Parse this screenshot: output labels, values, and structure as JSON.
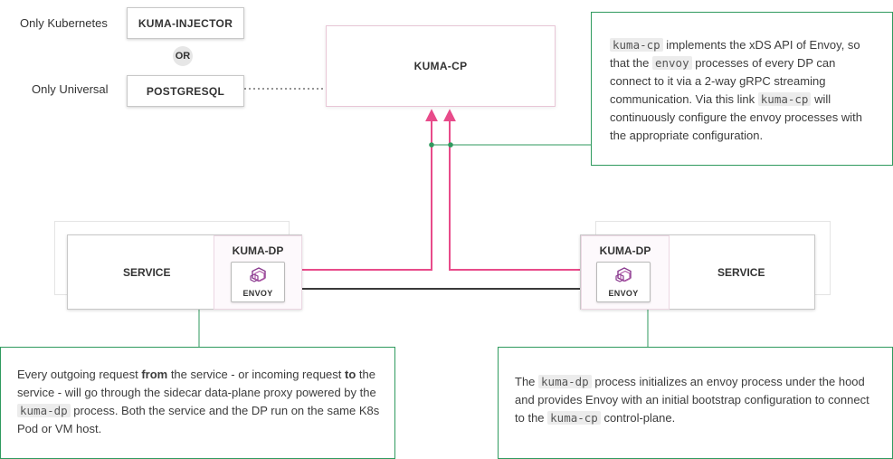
{
  "deployment": {
    "kubernetes_label": "Only Kubernetes",
    "injector_label": "KUMA-INJECTOR",
    "or_label": "OR",
    "universal_label": "Only Universal",
    "postgres_label": "POSTGRESQL"
  },
  "control_plane": {
    "label": "KUMA-CP"
  },
  "left_dp": {
    "service_label": "SERVICE",
    "dp_label": "KUMA-DP",
    "envoy_label": "ENVOY"
  },
  "right_dp": {
    "service_label": "SERVICE",
    "dp_label": "KUMA-DP",
    "envoy_label": "ENVOY"
  },
  "notes": {
    "top_right": {
      "t1_code": "kuma-cp",
      "t2": " implements the xDS API of Envoy, so that the ",
      "t3_code": "envoy",
      "t4": " processes of every DP can connect to it via a 2-way gRPC streaming communication. Via this link ",
      "t5_code": "kuma-cp",
      "t6": "  will continuously configure the envoy processes with the appropriate configuration."
    },
    "bottom_left": {
      "t1": "Every outgoing request ",
      "t2_bold": "from",
      "t3": " the service - or incoming request ",
      "t4_bold": "to",
      "t5": " the service - will go through the sidecar data-plane proxy powered by the ",
      "t6_code": "kuma-dp",
      "t7": " process. Both the service and the DP run on the same K8s Pod or VM host."
    },
    "bottom_right": {
      "t1": "The ",
      "t2_code": "kuma-dp",
      "t3": " process initializes an envoy process under the hood and provides Envoy with an initial bootstrap configuration to connect to the ",
      "t4_code": "kuma-cp",
      "t5": "  control-plane."
    }
  },
  "colors": {
    "accent_pink": "#e84b8a",
    "connection_dark": "#3a3a3a",
    "annotation_green": "#2f9a5e",
    "envoy_purple": "#8a3a8f"
  }
}
